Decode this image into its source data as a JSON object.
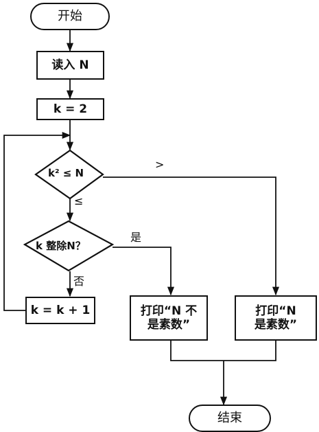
{
  "nodes": {
    "start": "开始",
    "read": "读入 N",
    "init": "k = 2",
    "cond1": "k² ≤ N",
    "cond2": "k 整除N？",
    "incr": "k = k + 1",
    "print_not_prime": "打印“N 不\n是素数”",
    "print_prime": "打印“N\n是素数”",
    "end": "结束"
  },
  "edge_labels": {
    "cond1_greater": ">",
    "cond1_le": "≤",
    "cond2_yes": "是",
    "cond2_no": "否"
  }
}
